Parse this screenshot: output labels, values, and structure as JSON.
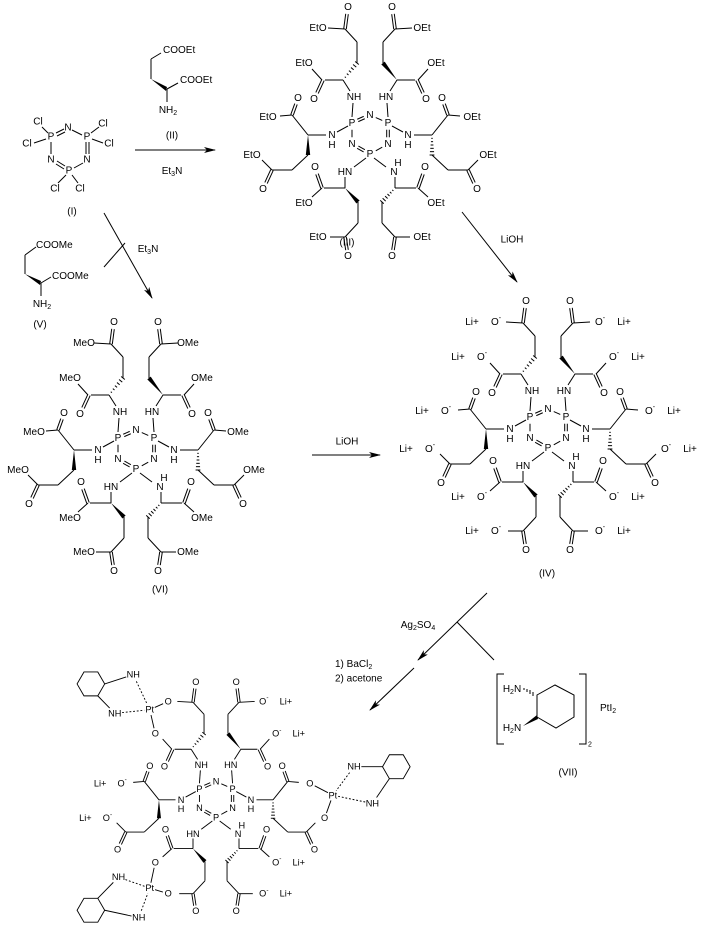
{
  "atoms": {
    "P": "P",
    "N": "N",
    "Cl": "Cl",
    "O": "O",
    "H": "H",
    "NH": "NH",
    "HN": "HN",
    "Pt": "Pt",
    "carboxylate": "O-",
    "counterion": "Li+"
  },
  "compound_I": {
    "label": "(I)"
  },
  "compound_II": {
    "label": "(II)",
    "ester_top": "COOEt",
    "ester_alpha": "COOEt",
    "amine": "NH2"
  },
  "compound_III": {
    "label": "(III)",
    "ester_left": "EtO",
    "ester_right": "OEt"
  },
  "compound_IV": {
    "label": "(IV)"
  },
  "compound_V": {
    "label": "(V)",
    "ester_top": "COOMe",
    "ester_alpha": "COOMe",
    "amine": "NH2"
  },
  "compound_VI": {
    "label": "(VI)",
    "ester_left": "MeO",
    "ester_right": "OMe"
  },
  "compound_VII": {
    "label": "(VII)",
    "amine": "H2N",
    "metal_salt": "PtI2",
    "multiplier": "2"
  },
  "reagents": {
    "step1": "Et3N",
    "step2": "Et3N",
    "step3": "LiOH",
    "step4": "LiOH",
    "step5": "Ag2SO4",
    "step6a": "1) BaCl2",
    "step6b": "2) acetone"
  }
}
